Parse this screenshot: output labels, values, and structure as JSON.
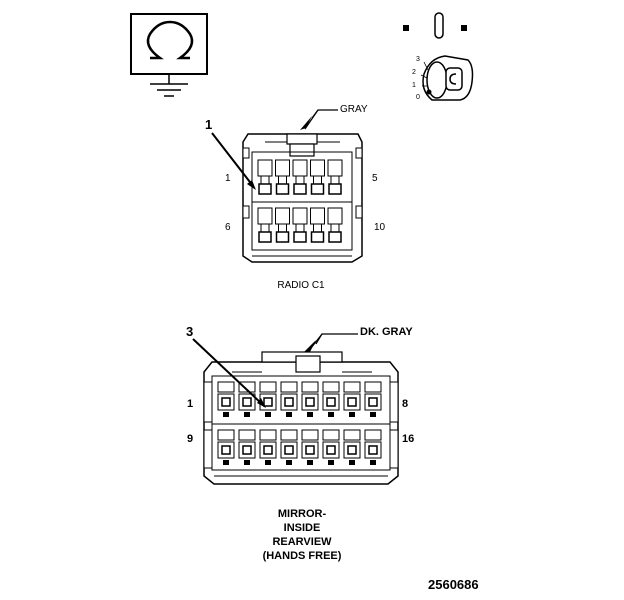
{
  "ground_symbol": {
    "icon": "ground-resistance-omega-icon"
  },
  "ignition_switch": {
    "icon": "ignition-key-switch-icon",
    "positions": [
      "3",
      "2",
      "1",
      "0"
    ]
  },
  "connector_c1": {
    "name": "RADIO C1",
    "color_label": "GRAY",
    "callout": "1",
    "pin_left_top": "1",
    "pin_right_top": "5",
    "pin_left_bottom": "6",
    "pin_right_bottom": "10"
  },
  "connector_mirror": {
    "name_lines": [
      "MIRROR-",
      "INSIDE",
      "REARVIEW",
      "(HANDS FREE)"
    ],
    "color_label": "DK. GRAY",
    "callout": "3",
    "pin_left_top": "1",
    "pin_right_top": "8",
    "pin_left_bottom": "9",
    "pin_right_bottom": "16"
  },
  "figure_number": "2560686"
}
